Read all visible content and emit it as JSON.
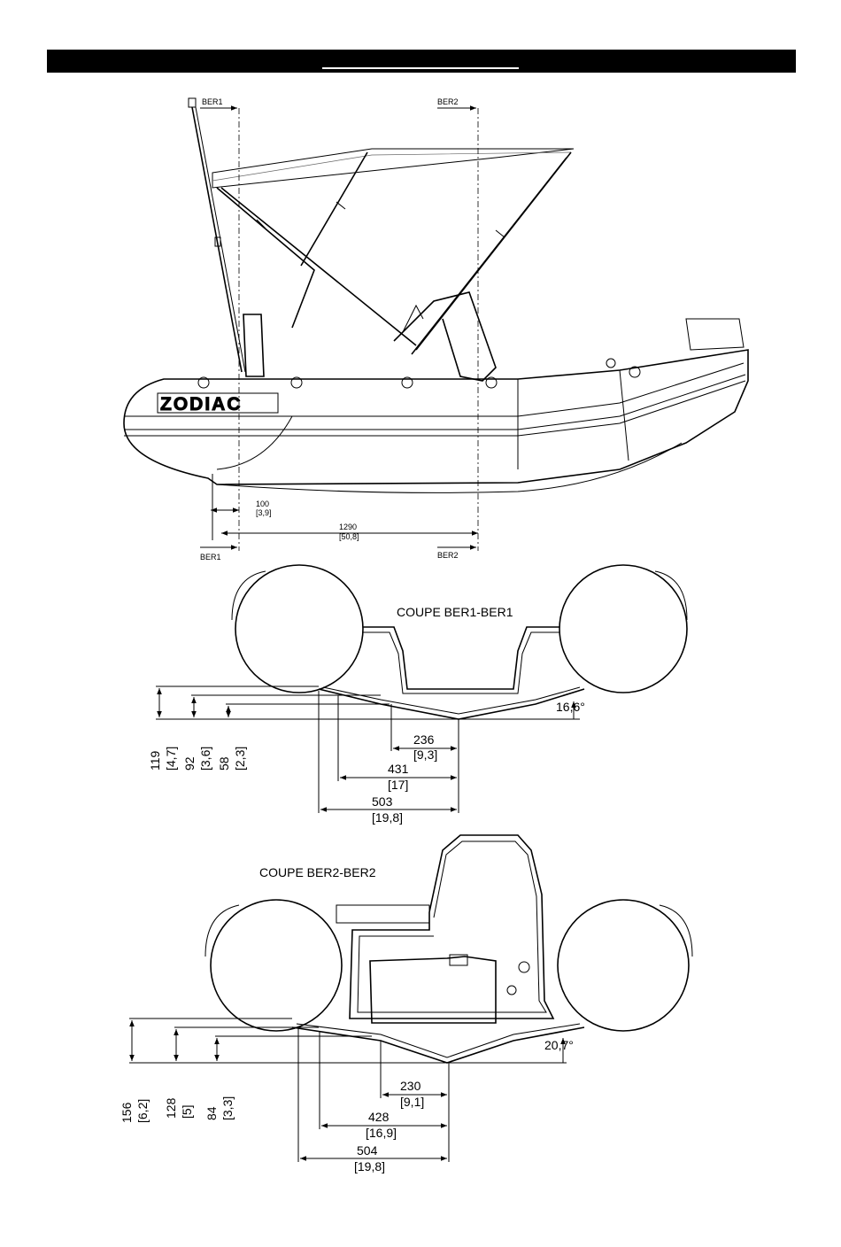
{
  "header": {
    "title": ""
  },
  "side_view": {
    "brand_text": "ZODIAC",
    "section1_label_top": "BER1",
    "section2_label_top": "BER2",
    "section1_label_bottom": "BER1",
    "section2_label_bottom": "BER2",
    "dim_small_mm": "100",
    "dim_small_in": "[3,9]",
    "dim_large_mm": "1290",
    "dim_large_in": "[50,8]"
  },
  "section1": {
    "title": "COUPE BER1-BER1",
    "angle": "16,6°",
    "heights": [
      {
        "mm": "119",
        "in": "[4,7]"
      },
      {
        "mm": "92",
        "in": "[3,6]"
      },
      {
        "mm": "58",
        "in": "[2,3]"
      }
    ],
    "widths": [
      {
        "mm": "236",
        "in": "[9,3]"
      },
      {
        "mm": "431",
        "in": "[17]"
      },
      {
        "mm": "503",
        "in": "[19,8]"
      }
    ]
  },
  "section2": {
    "title": "COUPE BER2-BER2",
    "angle": "20,7°",
    "heights": [
      {
        "mm": "156",
        "in": "[6,2]"
      },
      {
        "mm": "128",
        "in": "[5]"
      },
      {
        "mm": "84",
        "in": "[3,3]"
      }
    ],
    "widths": [
      {
        "mm": "230",
        "in": "[9,1]"
      },
      {
        "mm": "428",
        "in": "[16,9]"
      },
      {
        "mm": "504",
        "in": "[19,8]"
      }
    ]
  }
}
